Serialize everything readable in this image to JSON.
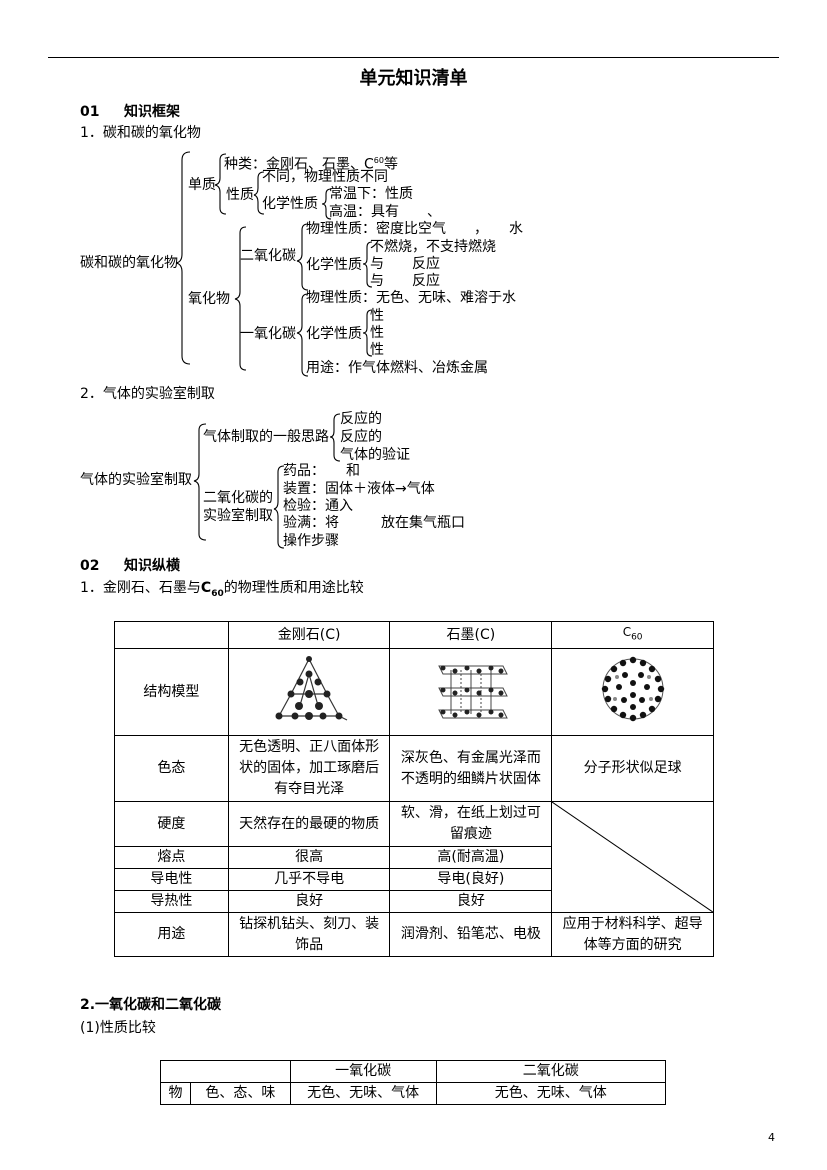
{
  "page": {
    "title": "单元知识清单",
    "page_number": "4"
  },
  "section1": {
    "num": "01",
    "name": "知识框架",
    "sub1": "1．碳和碳的氧化物",
    "tree1": {
      "root": "碳和碳的氧化物",
      "danzhi": "单质",
      "zhonglei": "种类：金刚石、石墨、C",
      "zhonglei_sup": "60",
      "zhonglei_end": "等",
      "xingzhi": "性质",
      "wuli": "不同，物理性质不同",
      "huaxue": "化学性质",
      "changwen": "常温下：性质",
      "gaowen": "高温：具有　　、",
      "yanghuawu": "氧化物",
      "co2": "二氧化碳",
      "co2_wuli": "物理性质：密度比空气　　，　　水",
      "co2_huaxue": "化学性质",
      "co2_h1": "不燃烧，不支持燃烧",
      "co2_h2": "与　　反应",
      "co2_h3": "与　　反应",
      "co": "一氧化碳",
      "co_wuli": "物理性质：无色、无味、难溶于水",
      "co_huaxue": "化学性质",
      "co_h1": "性",
      "co_h2": "性",
      "co_h3": "性",
      "co_yongtu": "用途：作气体燃料、冶炼金属"
    },
    "sub2": "2．气体的实验室制取",
    "tree2": {
      "root": "气体的实验室制取",
      "silu": "气体制取的一般思路",
      "s1": "反应的",
      "s2": "反应的",
      "s3": "气体的验证",
      "co2_lab_1": "二氧化碳的",
      "co2_lab_2": "实验室制取",
      "l1": "药品：　　和",
      "l2": "装置：固体＋液体→气体",
      "l3": "检验：通入",
      "l4": "验满：将　　　放在集气瓶口",
      "l5": "操作步骤"
    }
  },
  "section2": {
    "num": "02",
    "name": "知识纵横",
    "sub1_pre": "1．金刚石、石墨与",
    "sub1_c": "C",
    "sub1_sub": "60",
    "sub1_post": "的物理性质和用途比较",
    "table1": {
      "headers": [
        "",
        "金刚石(C)",
        "石墨(C)",
        "C"
      ],
      "header_c60_sub": "60",
      "rows": [
        {
          "label": "结构模型",
          "cells": [
            "",
            "",
            ""
          ]
        },
        {
          "label": "色态",
          "cells": [
            "无色透明、正八面体形状的固体，加工琢磨后有夺目光泽",
            "深灰色、有金属光泽而不透明的细鳞片状固体",
            "分子形状似足球"
          ]
        },
        {
          "label": "硬度",
          "cells": [
            "天然存在的最硬的物质",
            "软、滑，在纸上划过可留痕迹"
          ]
        },
        {
          "label": "熔点",
          "cells": [
            "很高",
            "高(耐高温)"
          ]
        },
        {
          "label": "导电性",
          "cells": [
            "几乎不导电",
            "导电(良好)"
          ]
        },
        {
          "label": "导热性",
          "cells": [
            "良好",
            "良好"
          ]
        },
        {
          "label": "用途",
          "cells": [
            "钻探机钻头、刻刀、装饰品",
            "润滑剂、铅笔芯、电极",
            "应用于材料科学、超导体等方面的研究"
          ]
        }
      ]
    },
    "sub2": "2.一氧化碳和二氧化碳",
    "sub2_1": "(1)性质比较",
    "table2": {
      "headers": [
        "一氧化碳",
        "二氧化碳"
      ],
      "row1": {
        "label1": "物",
        "label2": "色、态、味",
        "co": "无色、无味、气体",
        "co2": "无色、无味、气体"
      }
    }
  },
  "colors": {
    "text": "#000000",
    "background": "#ffffff"
  }
}
